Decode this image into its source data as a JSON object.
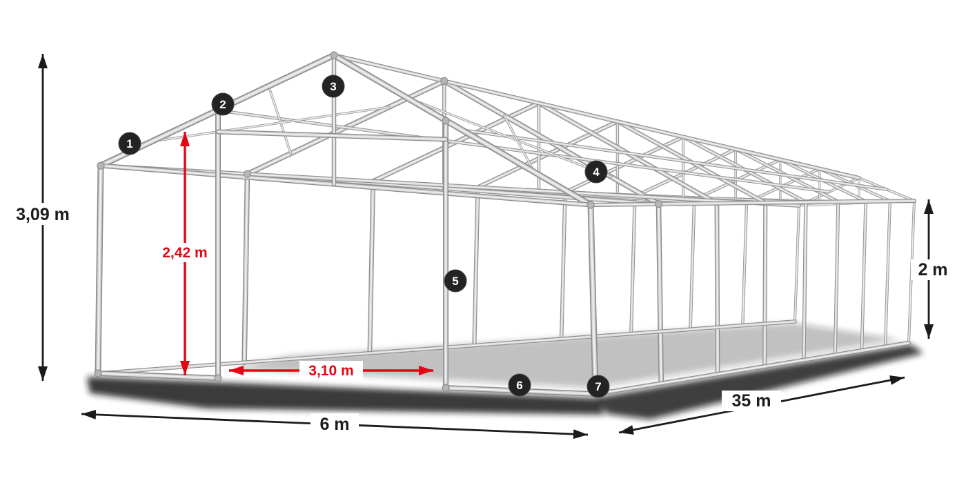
{
  "diagram": {
    "badges": [
      {
        "number": "1"
      },
      {
        "number": "2"
      },
      {
        "number": "3"
      },
      {
        "number": "4"
      },
      {
        "number": "5"
      },
      {
        "number": "6"
      },
      {
        "number": "7"
      }
    ],
    "dimensions": {
      "total_height": "3,09 m",
      "entrance_height": "2,42 m",
      "entrance_width": "3,10 m",
      "side_wall_height": "2 m",
      "width": "6 m",
      "length": "35 m"
    },
    "colors": {
      "background": "#ffffff",
      "dimension_ink": "#1b1b1b",
      "accent_red": "#e30613",
      "badge_bg": "#232323",
      "badge_text": "#ffffff",
      "tube_outline": "#8e8e8e",
      "tube_fill": "#d5d5d5",
      "tube_highlight": "#f2f2f2",
      "joint_fill": "#b6b6b6",
      "shadow": "#141414"
    }
  }
}
